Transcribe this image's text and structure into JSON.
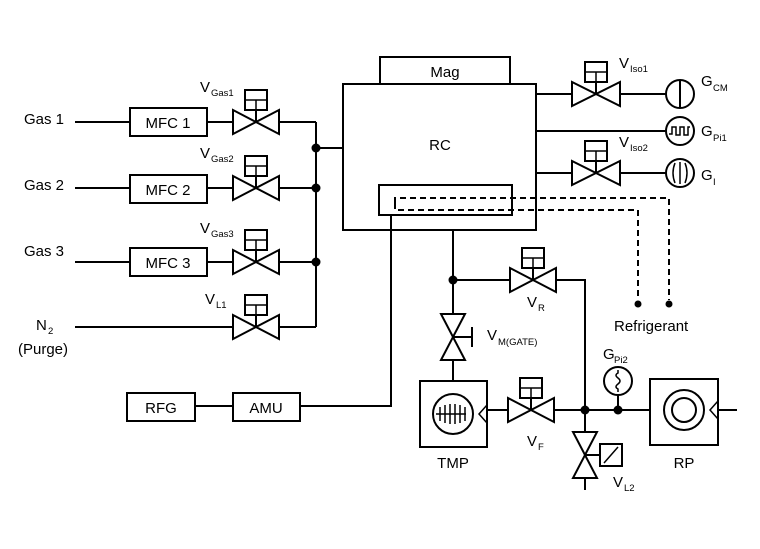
{
  "gases": [
    {
      "label": "Gas 1",
      "mfc": "MFC 1",
      "valve": "V",
      "valve_sub": "Gas1"
    },
    {
      "label": "Gas 2",
      "mfc": "MFC 2",
      "valve": "V",
      "valve_sub": "Gas2"
    },
    {
      "label": "Gas 3",
      "mfc": "MFC 3",
      "valve": "V",
      "valve_sub": "Gas3"
    }
  ],
  "purge": {
    "main": "N",
    "sub": "2",
    "note": "(Purge)",
    "valve": "V",
    "valve_sub": "L1"
  },
  "chamber": {
    "label": "RC",
    "magnet": "Mag"
  },
  "rf": {
    "generator": "RFG",
    "matching": "AMU"
  },
  "gauges": [
    {
      "valve": "V",
      "valve_sub": "Iso1",
      "gauge": "G",
      "gauge_sub": "CM"
    },
    {
      "gauge": "G",
      "gauge_sub": "Pi1"
    },
    {
      "valve": "V",
      "valve_sub": "Iso2",
      "gauge": "G",
      "gauge_sub": "I"
    }
  ],
  "refrigerant": "Refrigerant",
  "pumping": {
    "gate_valve": "V",
    "gate_valve_sub": "M(GATE)",
    "roughing_valve": "V",
    "roughing_valve_sub": "R",
    "fore_valve": "V",
    "fore_valve_sub": "F",
    "leak_valve": "V",
    "leak_valve_sub": "L2",
    "pirani": "G",
    "pirani_sub": "Pi2",
    "tmp": "TMP",
    "rp": "RP"
  }
}
